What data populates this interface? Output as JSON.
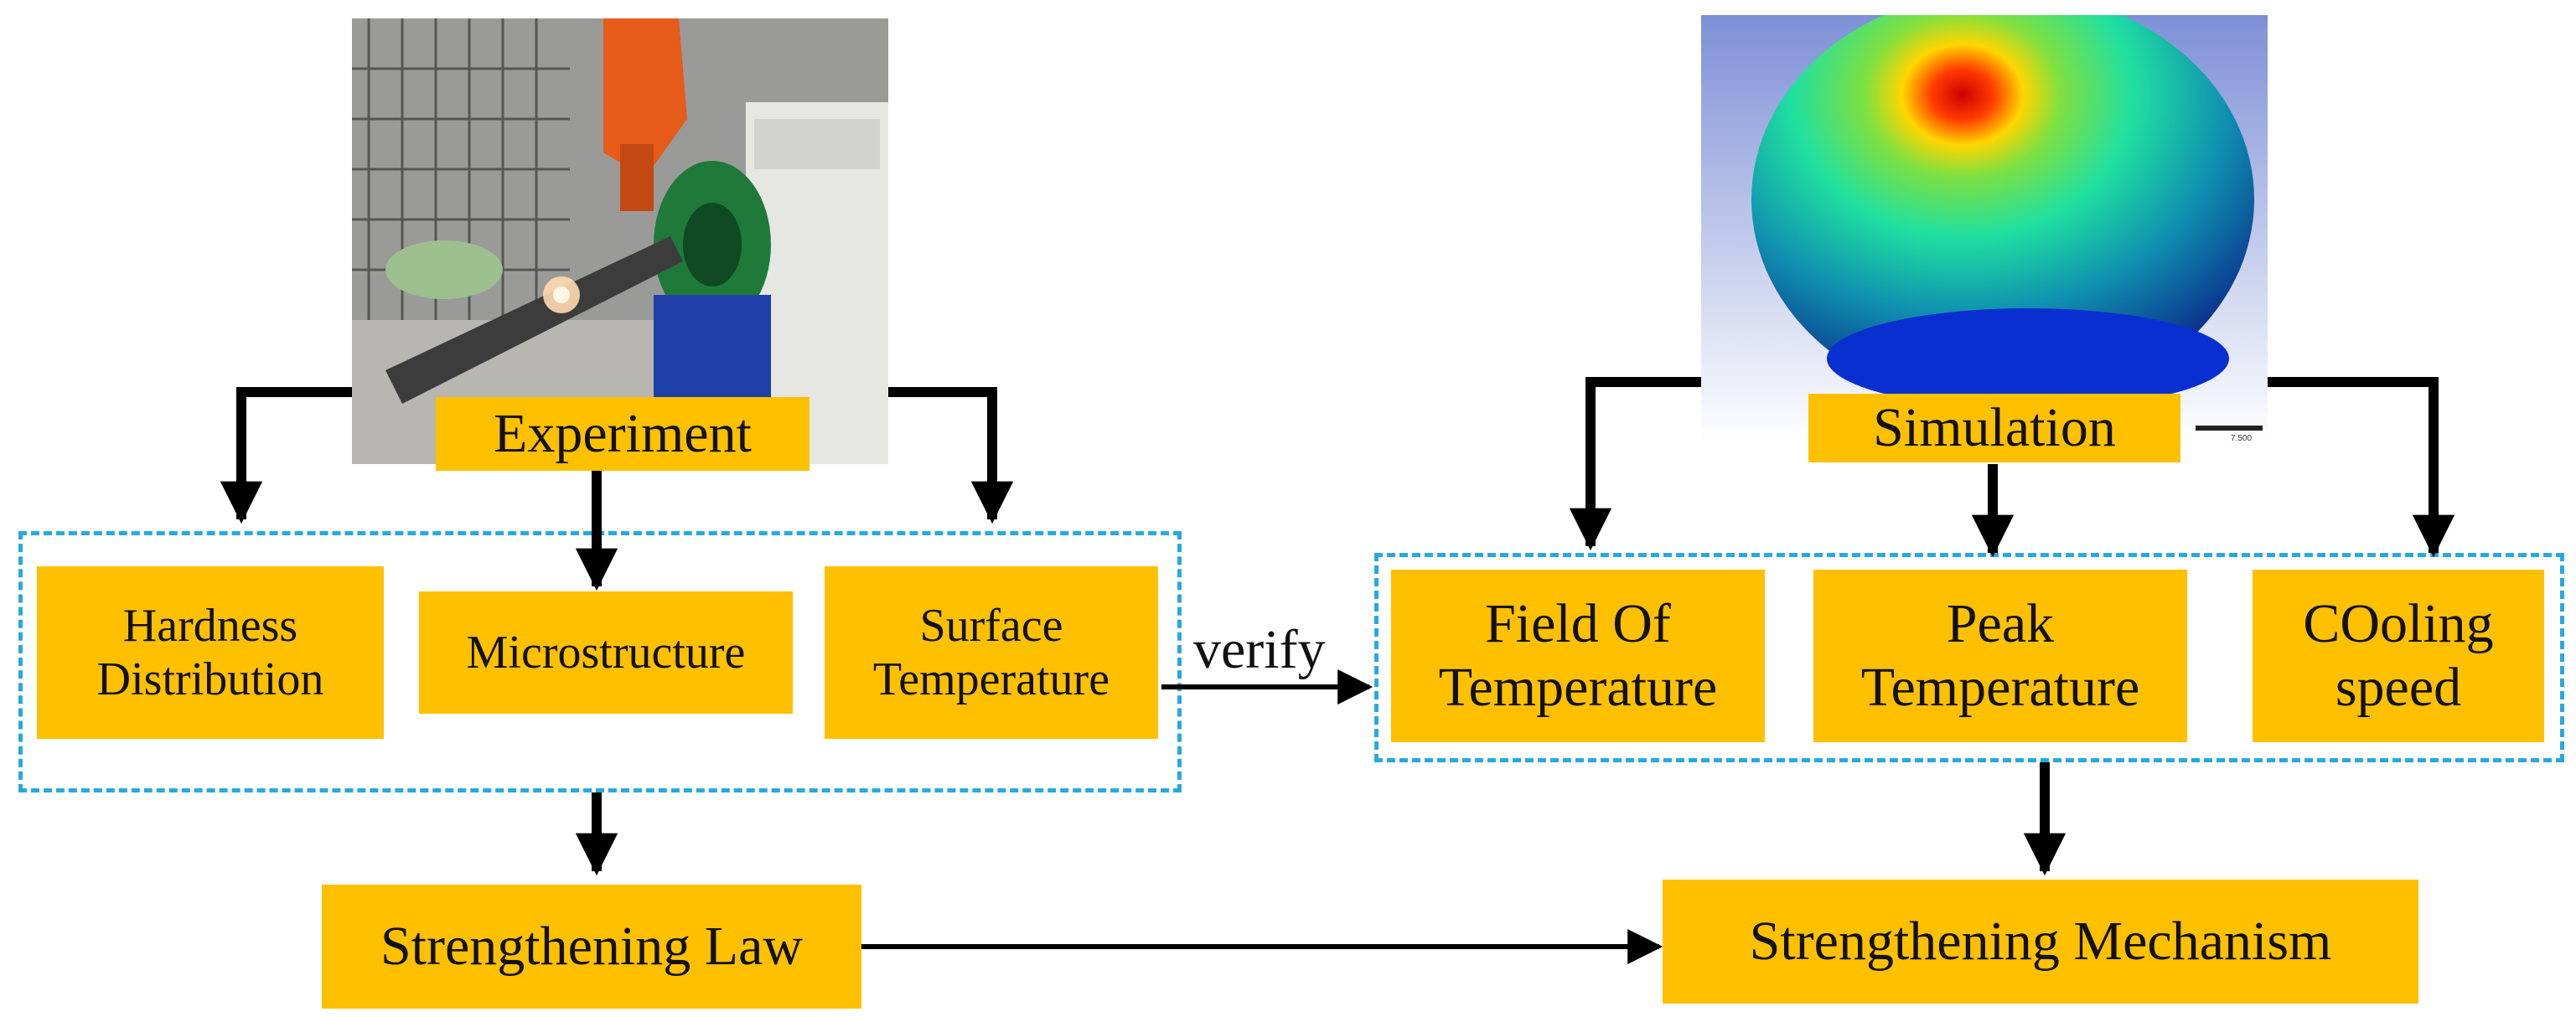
{
  "experiment": {
    "label": "Experiment",
    "outputs": [
      {
        "line1": "Hardness",
        "line2": "Distribution"
      },
      {
        "line1": "Microstructure",
        "line2": ""
      },
      {
        "line1": "Surface",
        "line2": "Temperature"
      }
    ]
  },
  "simulation": {
    "label": "Simulation",
    "scale_text": "7.500",
    "outputs": [
      {
        "line1": "Field Of",
        "line2": "Temperature"
      },
      {
        "line1": "Peak",
        "line2": "Temperature"
      },
      {
        "line1": "COoling",
        "line2": "speed"
      }
    ]
  },
  "verify_label": "verify",
  "results": {
    "law": "Strengthening Law",
    "mechanism": "Strengthening Mechanism"
  },
  "colors": {
    "box_fill": "#FFC000",
    "dashed_border": "#29A8E0",
    "arrow": "#000000"
  }
}
